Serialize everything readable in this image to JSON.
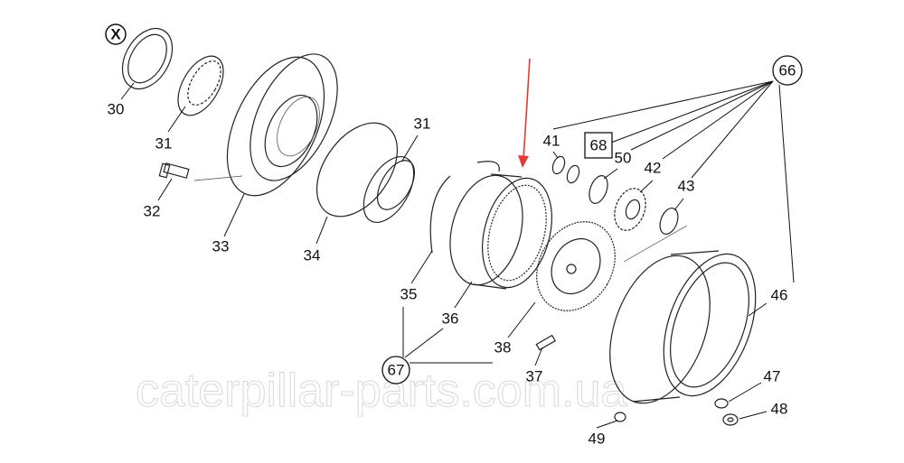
{
  "diagram": {
    "watermark": "caterpillar-parts.com.ua",
    "callouts": [
      {
        "id": "x",
        "text": "X",
        "style": "circle"
      },
      {
        "id": "30",
        "text": "30"
      },
      {
        "id": "31a",
        "text": "31"
      },
      {
        "id": "32",
        "text": "32"
      },
      {
        "id": "33",
        "text": "33"
      },
      {
        "id": "34",
        "text": "34"
      },
      {
        "id": "31b",
        "text": "31"
      },
      {
        "id": "35",
        "text": "35"
      },
      {
        "id": "36",
        "text": "36"
      },
      {
        "id": "67",
        "text": "67",
        "style": "circle"
      },
      {
        "id": "38",
        "text": "38"
      },
      {
        "id": "37",
        "text": "37"
      },
      {
        "id": "41",
        "text": "41"
      },
      {
        "id": "68",
        "text": "68",
        "style": "box"
      },
      {
        "id": "50",
        "text": "50"
      },
      {
        "id": "42",
        "text": "42"
      },
      {
        "id": "43",
        "text": "43"
      },
      {
        "id": "66",
        "text": "66",
        "style": "circle"
      },
      {
        "id": "46",
        "text": "46"
      },
      {
        "id": "47",
        "text": "47"
      },
      {
        "id": "48",
        "text": "48"
      },
      {
        "id": "49",
        "text": "49"
      }
    ],
    "highlight_color": "#e53935"
  }
}
